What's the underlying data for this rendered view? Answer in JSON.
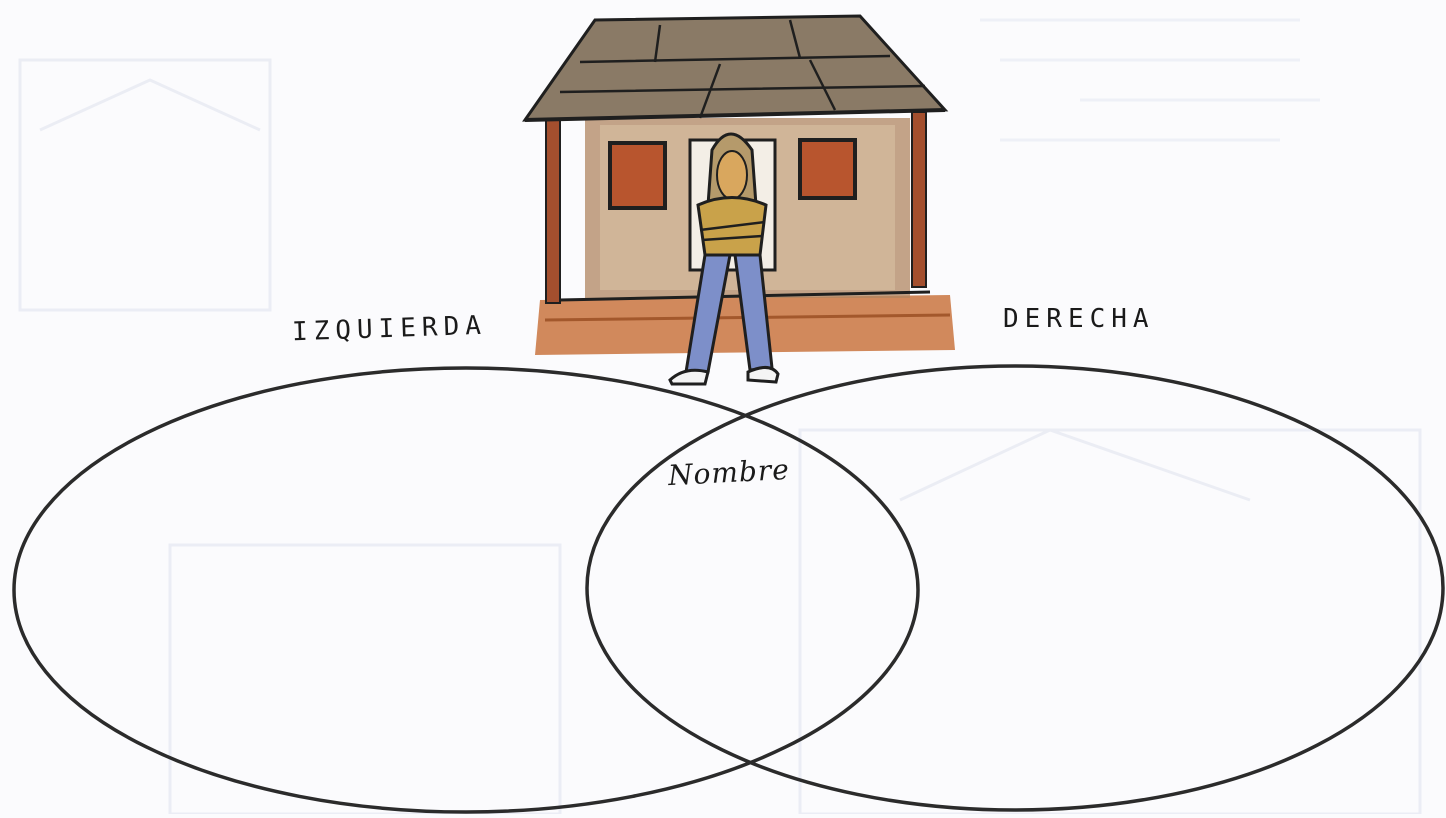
{
  "diagram": {
    "type": "venn",
    "left_label": "IZQUIERDA",
    "right_label": "DERECHA",
    "overlap_label": "Nombre"
  },
  "colors": {
    "outline": "#2b2b2b",
    "roof": "#8a7a66",
    "wall": "#9a6a44",
    "floor": "#c9743f",
    "window": "#b8552e",
    "jeans": "#7d8fc9",
    "shirt": "#c9a24a",
    "background_faint": "#dde1ee"
  },
  "icons": [
    "house-illustration",
    "person-illustration"
  ]
}
